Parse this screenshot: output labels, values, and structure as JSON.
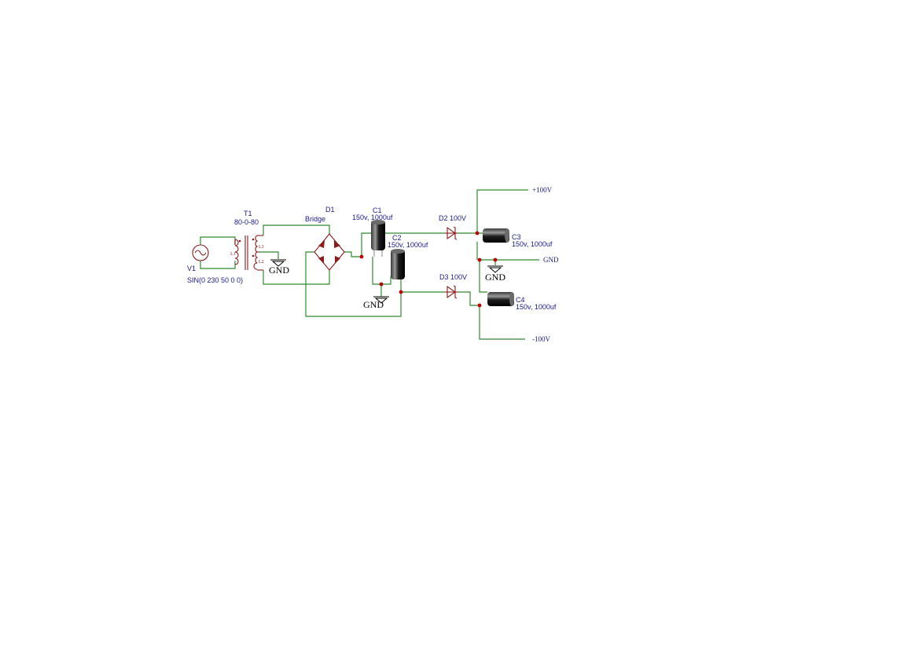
{
  "colors": {
    "wire": "#2e8b2e",
    "component": "#8b1a1a",
    "label": "#1a1a8c",
    "junction": "#c00000",
    "capacitor_body": "#1e1e1e"
  },
  "components": {
    "v1": {
      "ref": "V1",
      "value": "SIN(0 230 50 0 0)"
    },
    "t1": {
      "ref": "T1",
      "value": "80-0-80",
      "coil_primary": "L1",
      "coil_secondary_top": "L3",
      "coil_secondary_bottom": "L2"
    },
    "d1": {
      "ref": "D1",
      "value": "Bridge"
    },
    "c1": {
      "ref": "C1",
      "value": "150v, 1000uf"
    },
    "c2": {
      "ref": "C2",
      "value": "150v, 1000uf"
    },
    "c3": {
      "ref": "C3",
      "value": "150v, 1000uf"
    },
    "c4": {
      "ref": "C4",
      "value": "150v, 1000uf"
    },
    "d2": {
      "ref": "D2",
      "value": "100V"
    },
    "d3": {
      "ref": "D3",
      "value": "100V"
    }
  },
  "grounds": {
    "label": "GND"
  },
  "ports": {
    "plus": "+100V",
    "gnd": "GND",
    "minus": "-100V"
  }
}
